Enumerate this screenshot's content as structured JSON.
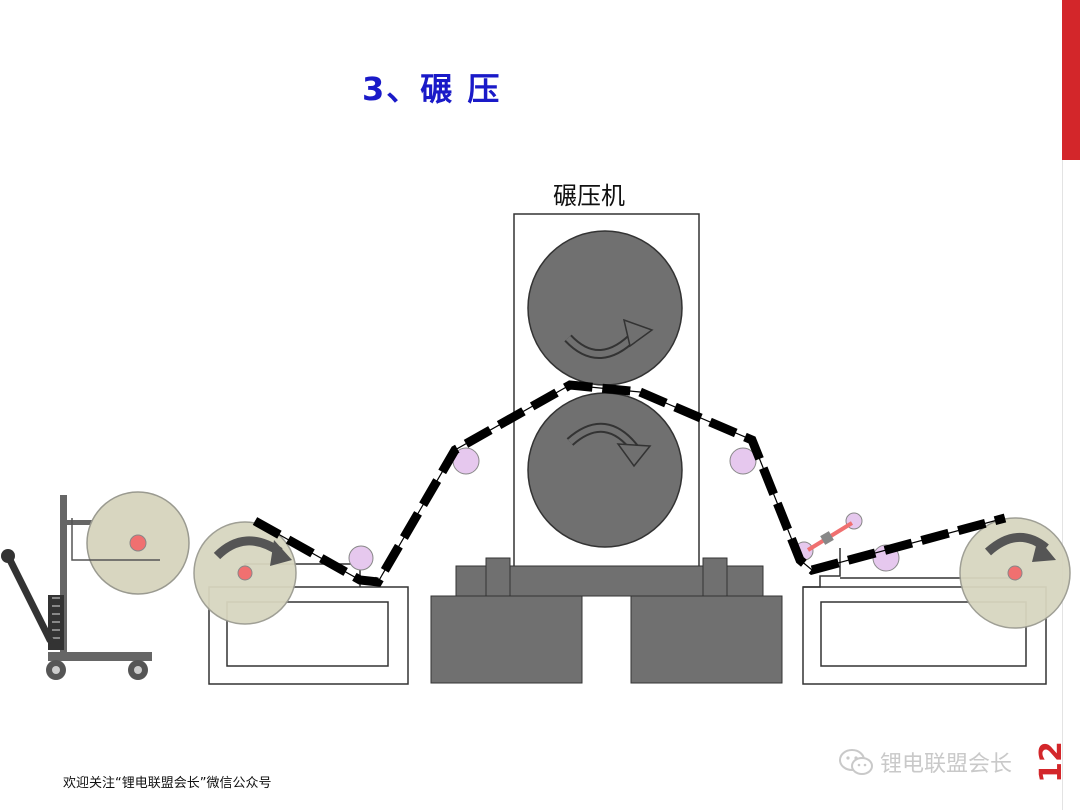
{
  "slide": {
    "title": "3、碾  压",
    "machine_label": "碾压机",
    "footer": "欢迎关注“锂电联盟会长”微信公众号",
    "watermark": "锂电联盟会长",
    "page_number": "12"
  },
  "colors": {
    "accent_red": "#d3262a",
    "title_blue": "#1a1ac8",
    "roller_gray": "#707070",
    "reel_olive": "#d8d6c0",
    "guide_pink": "#e6c8ee",
    "core_red": "#f07070",
    "electrode_black": "#000000"
  }
}
